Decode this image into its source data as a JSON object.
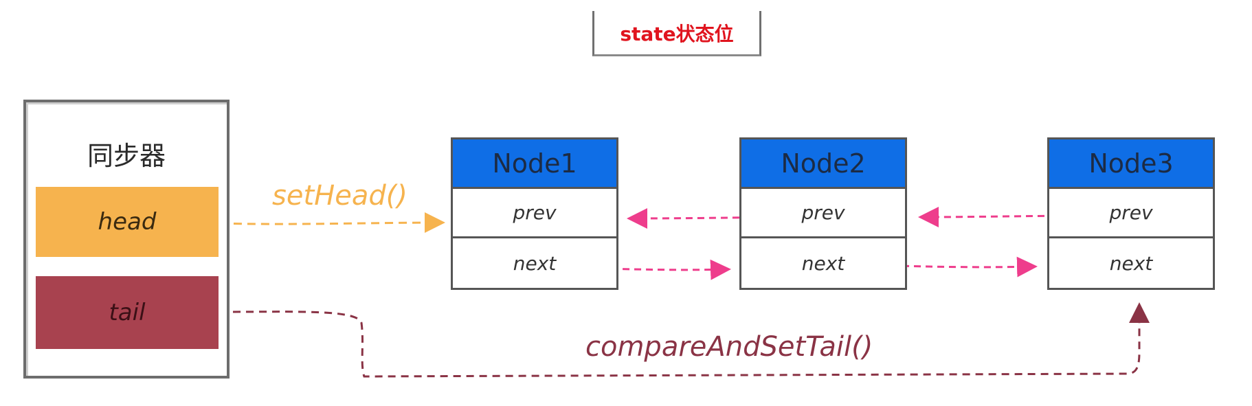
{
  "state_label": "state状态位",
  "synchronizer": {
    "title": "同步器",
    "head": "head",
    "tail": "tail"
  },
  "nodes": [
    {
      "name": "Node1",
      "prev": "prev",
      "next": "next"
    },
    {
      "name": "Node2",
      "prev": "prev",
      "next": "next"
    },
    {
      "name": "Node3",
      "prev": "prev",
      "next": "next"
    }
  ],
  "calls": {
    "set_head": "setHead()",
    "compare_and_set_tail": "compareAndSetTail()"
  },
  "colors": {
    "state_text": "#e0141e",
    "head": "#f6b34e",
    "tail": "#a8424f",
    "node_header": "#0f6ee6",
    "link_arrow": "#ee3d8c",
    "set_head_arrow": "#f6b34e",
    "tail_arrow": "#8a3345"
  }
}
